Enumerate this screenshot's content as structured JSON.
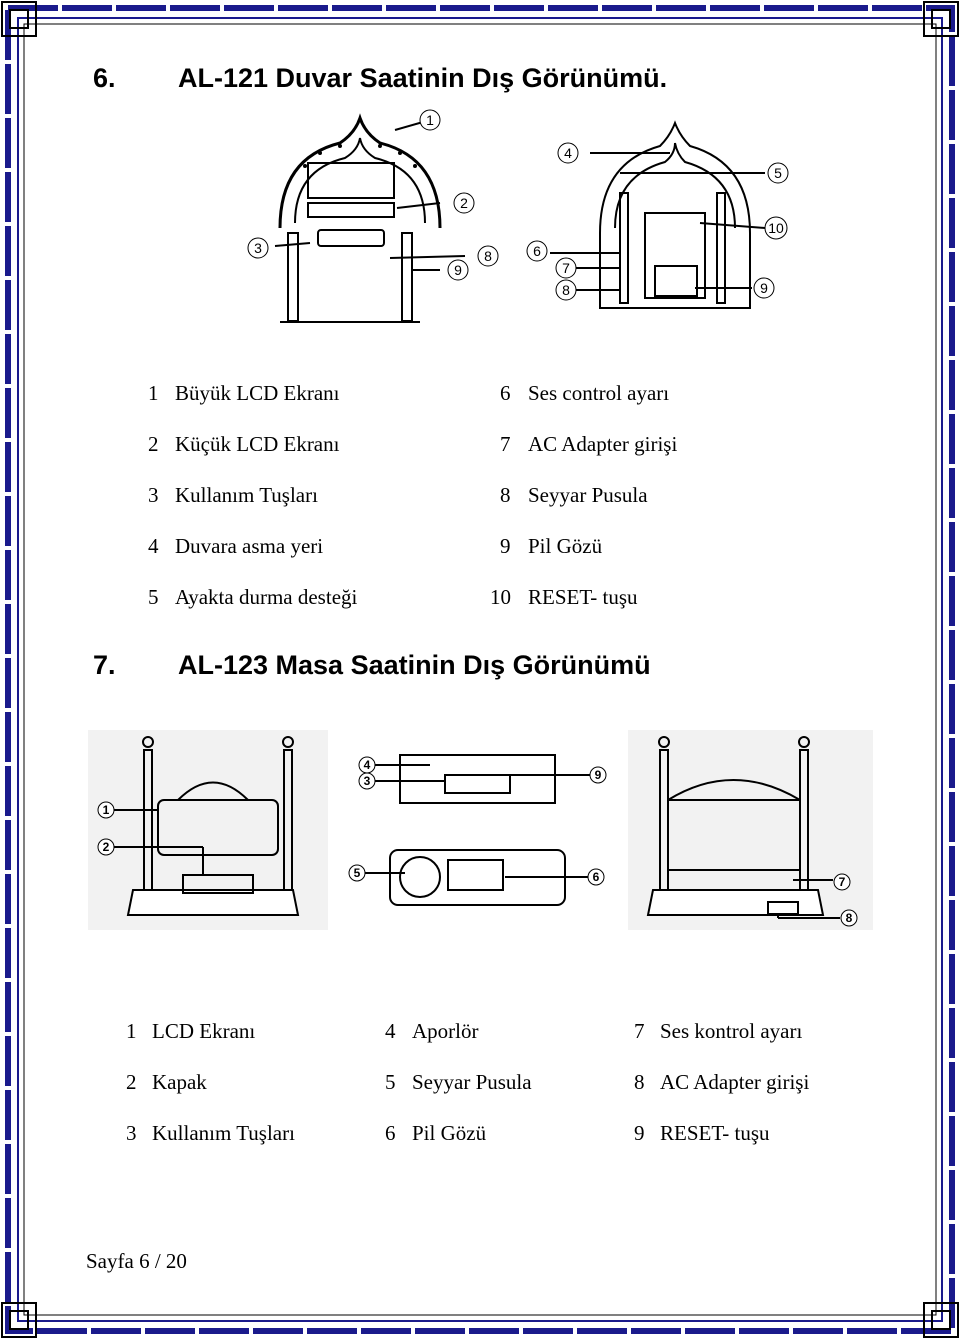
{
  "section6": {
    "number": "6.",
    "title": "AL-121 Duvar Saatinin Dış Görünümü.",
    "callouts_front": [
      "1",
      "2",
      "3",
      "8",
      "9"
    ],
    "callouts_back": [
      "4",
      "5",
      "10",
      "6",
      "7",
      "8",
      "9"
    ],
    "legend": [
      {
        "n": "1",
        "label": "Büyük LCD Ekranı"
      },
      {
        "n": "2",
        "label": "Küçük LCD Ekranı"
      },
      {
        "n": "3",
        "label": "Kullanım Tuşları"
      },
      {
        "n": "4",
        "label": "Duvara asma yeri"
      },
      {
        "n": "5",
        "label": "Ayakta durma desteği"
      },
      {
        "n": "6",
        "label": "Ses control ayarı"
      },
      {
        "n": "7",
        "label": "AC Adapter girişi"
      },
      {
        "n": "8",
        "label": "Seyyar Pusula"
      },
      {
        "n": "9",
        "label": "Pil Gözü"
      },
      {
        "n": "10",
        "label": "RESET- tuşu"
      }
    ]
  },
  "section7": {
    "number": "7.",
    "title": "AL-123 Masa Saatinin Dış Görünümü",
    "callouts_front": [
      "1",
      "2"
    ],
    "callouts_top": [
      "4",
      "3",
      "9"
    ],
    "callouts_bottom": [
      "5",
      "6"
    ],
    "callouts_back": [
      "7",
      "8"
    ],
    "legend": [
      {
        "n": "1",
        "label": "LCD Ekranı"
      },
      {
        "n": "2",
        "label": "Kapak"
      },
      {
        "n": "3",
        "label": "Kullanım Tuşları"
      },
      {
        "n": "4",
        "label": "Aporlör"
      },
      {
        "n": "5",
        "label": "Seyyar Pusula"
      },
      {
        "n": "6",
        "label": "Pil Gözü"
      },
      {
        "n": "7",
        "label": "Ses kontrol ayarı"
      },
      {
        "n": "8",
        "label": "AC Adapter girişi"
      },
      {
        "n": "9",
        "label": "RESET- tuşu"
      }
    ]
  },
  "footer": {
    "page": "Sayfa 6 / 20"
  },
  "colors": {
    "border": "#1a1a8c",
    "line": "#000000"
  }
}
